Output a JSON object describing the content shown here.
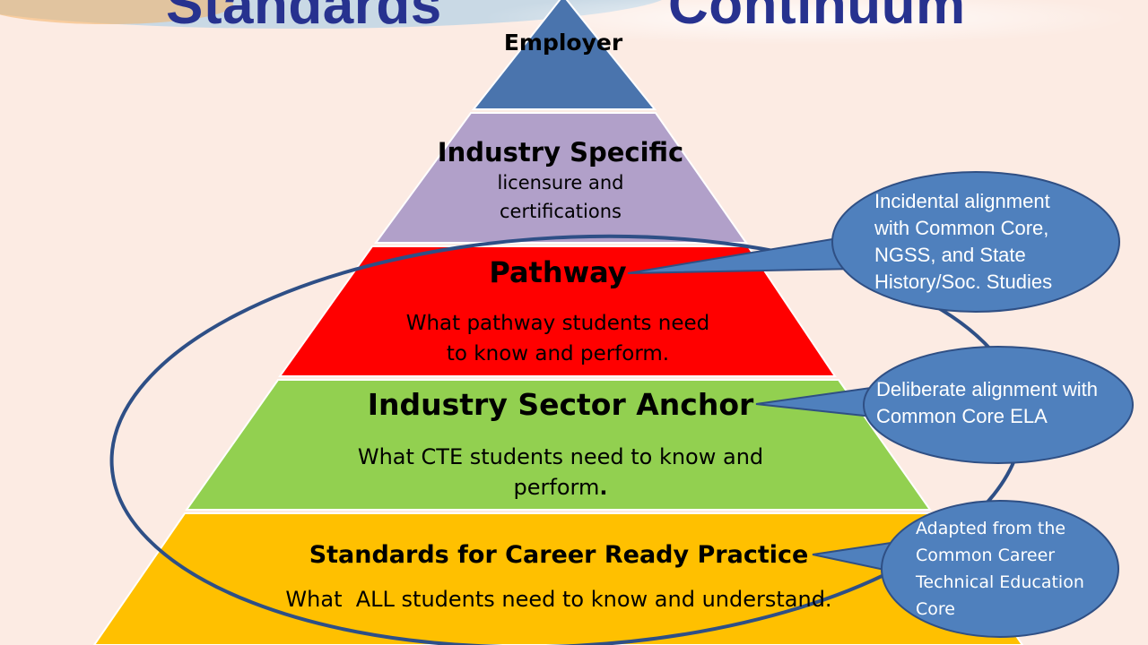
{
  "titles": {
    "left": "Standards",
    "right": "Continuum"
  },
  "tiers": {
    "employer": {
      "heading": "Employer"
    },
    "industry_specific": {
      "heading": "Industry Specific",
      "line1": "licensure and",
      "line2": "certifications"
    },
    "pathway": {
      "heading": "Pathway",
      "line1": "What pathway students need",
      "line2": "to know and perform."
    },
    "industry_sector": {
      "heading": "Industry Sector Anchor",
      "line1": "What CTE students need to know and",
      "line2": "perform",
      "tail": "."
    },
    "career_ready": {
      "heading": "Standards for Career Ready Practice",
      "line1": "What  ALL students need to know and understand."
    }
  },
  "callouts": {
    "incidental": {
      "l1": "Incidental alignment",
      "l2": "with Common Core,",
      "l3": "NGSS, and State",
      "l4": "History/Soc. Studies"
    },
    "deliberate": {
      "l1": "Deliberate alignment with",
      "l2": "Common Core ELA"
    },
    "adapted": {
      "l1": "Adapted from the",
      "l2": "Common Career",
      "l3": "Technical Education",
      "l4": "Core"
    }
  },
  "colors": {
    "employer": "#4a74ad",
    "industry_specific": "#b1a0c9",
    "pathway": "#ff0000",
    "industry_sector": "#92d050",
    "career_ready": "#ffc000",
    "callout_fill": "#4f80bd",
    "callout_stroke": "#2f4f84",
    "title": "#27328f"
  }
}
